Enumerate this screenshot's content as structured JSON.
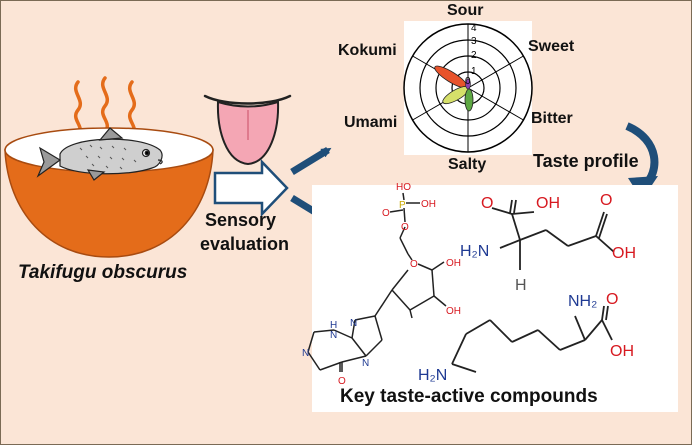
{
  "colors": {
    "background": "#fbe5d6",
    "bowl": "#e46c1a",
    "steam": "#e46c1a",
    "arrow": "#1f4e79",
    "oxygen": "#d71920",
    "nitrogen": "#1f3a93",
    "phosphorus": "#c8a800"
  },
  "species": "Takifugu obscurus",
  "sensory_label_line1": "Sensory",
  "sensory_label_line2": "evaluation",
  "taste_profile_label": "Taste profile",
  "compounds_label": "Key taste-active compounds",
  "radar": {
    "axes": [
      "Sour",
      "Sweet",
      "Bitter",
      "Salty",
      "Umami",
      "Kokumi"
    ],
    "scale_ticks": [
      "1",
      "2",
      "3",
      "4"
    ],
    "zero_label": "0",
    "petals": [
      {
        "name": "Kokumi",
        "color": "#e8532b"
      },
      {
        "name": "Umami",
        "color": "#d6e06a"
      },
      {
        "name": "Salty",
        "color": "#5ea843"
      },
      {
        "name": "Sour",
        "color": "#8a3fb0"
      }
    ]
  },
  "chem": {
    "imp_phosphate": [
      "HO",
      "P",
      "OH",
      "O",
      "O"
    ],
    "imp_ribose": [
      "O",
      "OH",
      "OH"
    ],
    "imp_base": [
      "H",
      "N",
      "N",
      "N",
      "N",
      "O"
    ],
    "glu": {
      "o1": "O",
      "oh1": "OH",
      "o2": "O",
      "oh2": "OH",
      "nh2": "H₂N",
      "h": "H"
    },
    "lys": {
      "nh2_top": "NH₂",
      "o": "O",
      "oh": "OH",
      "nh2_end": "H₂N"
    }
  }
}
